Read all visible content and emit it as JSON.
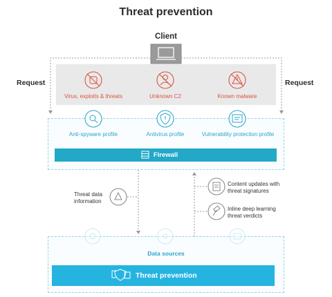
{
  "title": "Threat prevention",
  "client": {
    "label": "Client"
  },
  "request": {
    "left": "Request",
    "right": "Request"
  },
  "threats": [
    {
      "label": "Virus, exploits & threats",
      "icon": "bug-crossed-icon"
    },
    {
      "label": "Unknown C2",
      "icon": "hacker-crossed-icon"
    },
    {
      "label": "Known malware",
      "icon": "warning-crossed-icon"
    }
  ],
  "profiles": [
    {
      "label": "Anti-spyware profile",
      "icon": "spyware-icon"
    },
    {
      "label": "Antivirus profile",
      "icon": "shield-alert-icon"
    },
    {
      "label": "Vulnerability protection profile",
      "icon": "vulnerability-icon"
    }
  ],
  "firewall": {
    "label": "Firewall",
    "icon": "firewall-icon"
  },
  "flows": {
    "threat_data": {
      "line1": "Threat data",
      "line2": "information",
      "icon": "threat-info-icon"
    },
    "content_updates": {
      "line1": "Content updates with",
      "line2": "threat signatures",
      "icon": "document-list-icon"
    },
    "inline_dl": {
      "line1": "Inline deep learning",
      "line2": "threat verdicts",
      "icon": "gavel-icon"
    }
  },
  "data_sources": {
    "label": "Data sources"
  },
  "threat_prevention": {
    "label": "Threat prevention",
    "icon": "security-bundle-icon"
  },
  "colors": {
    "accent": "#22a9c7",
    "threat": "#d9533f",
    "gray": "#e9e9e9",
    "bar": "#25b4e0"
  }
}
